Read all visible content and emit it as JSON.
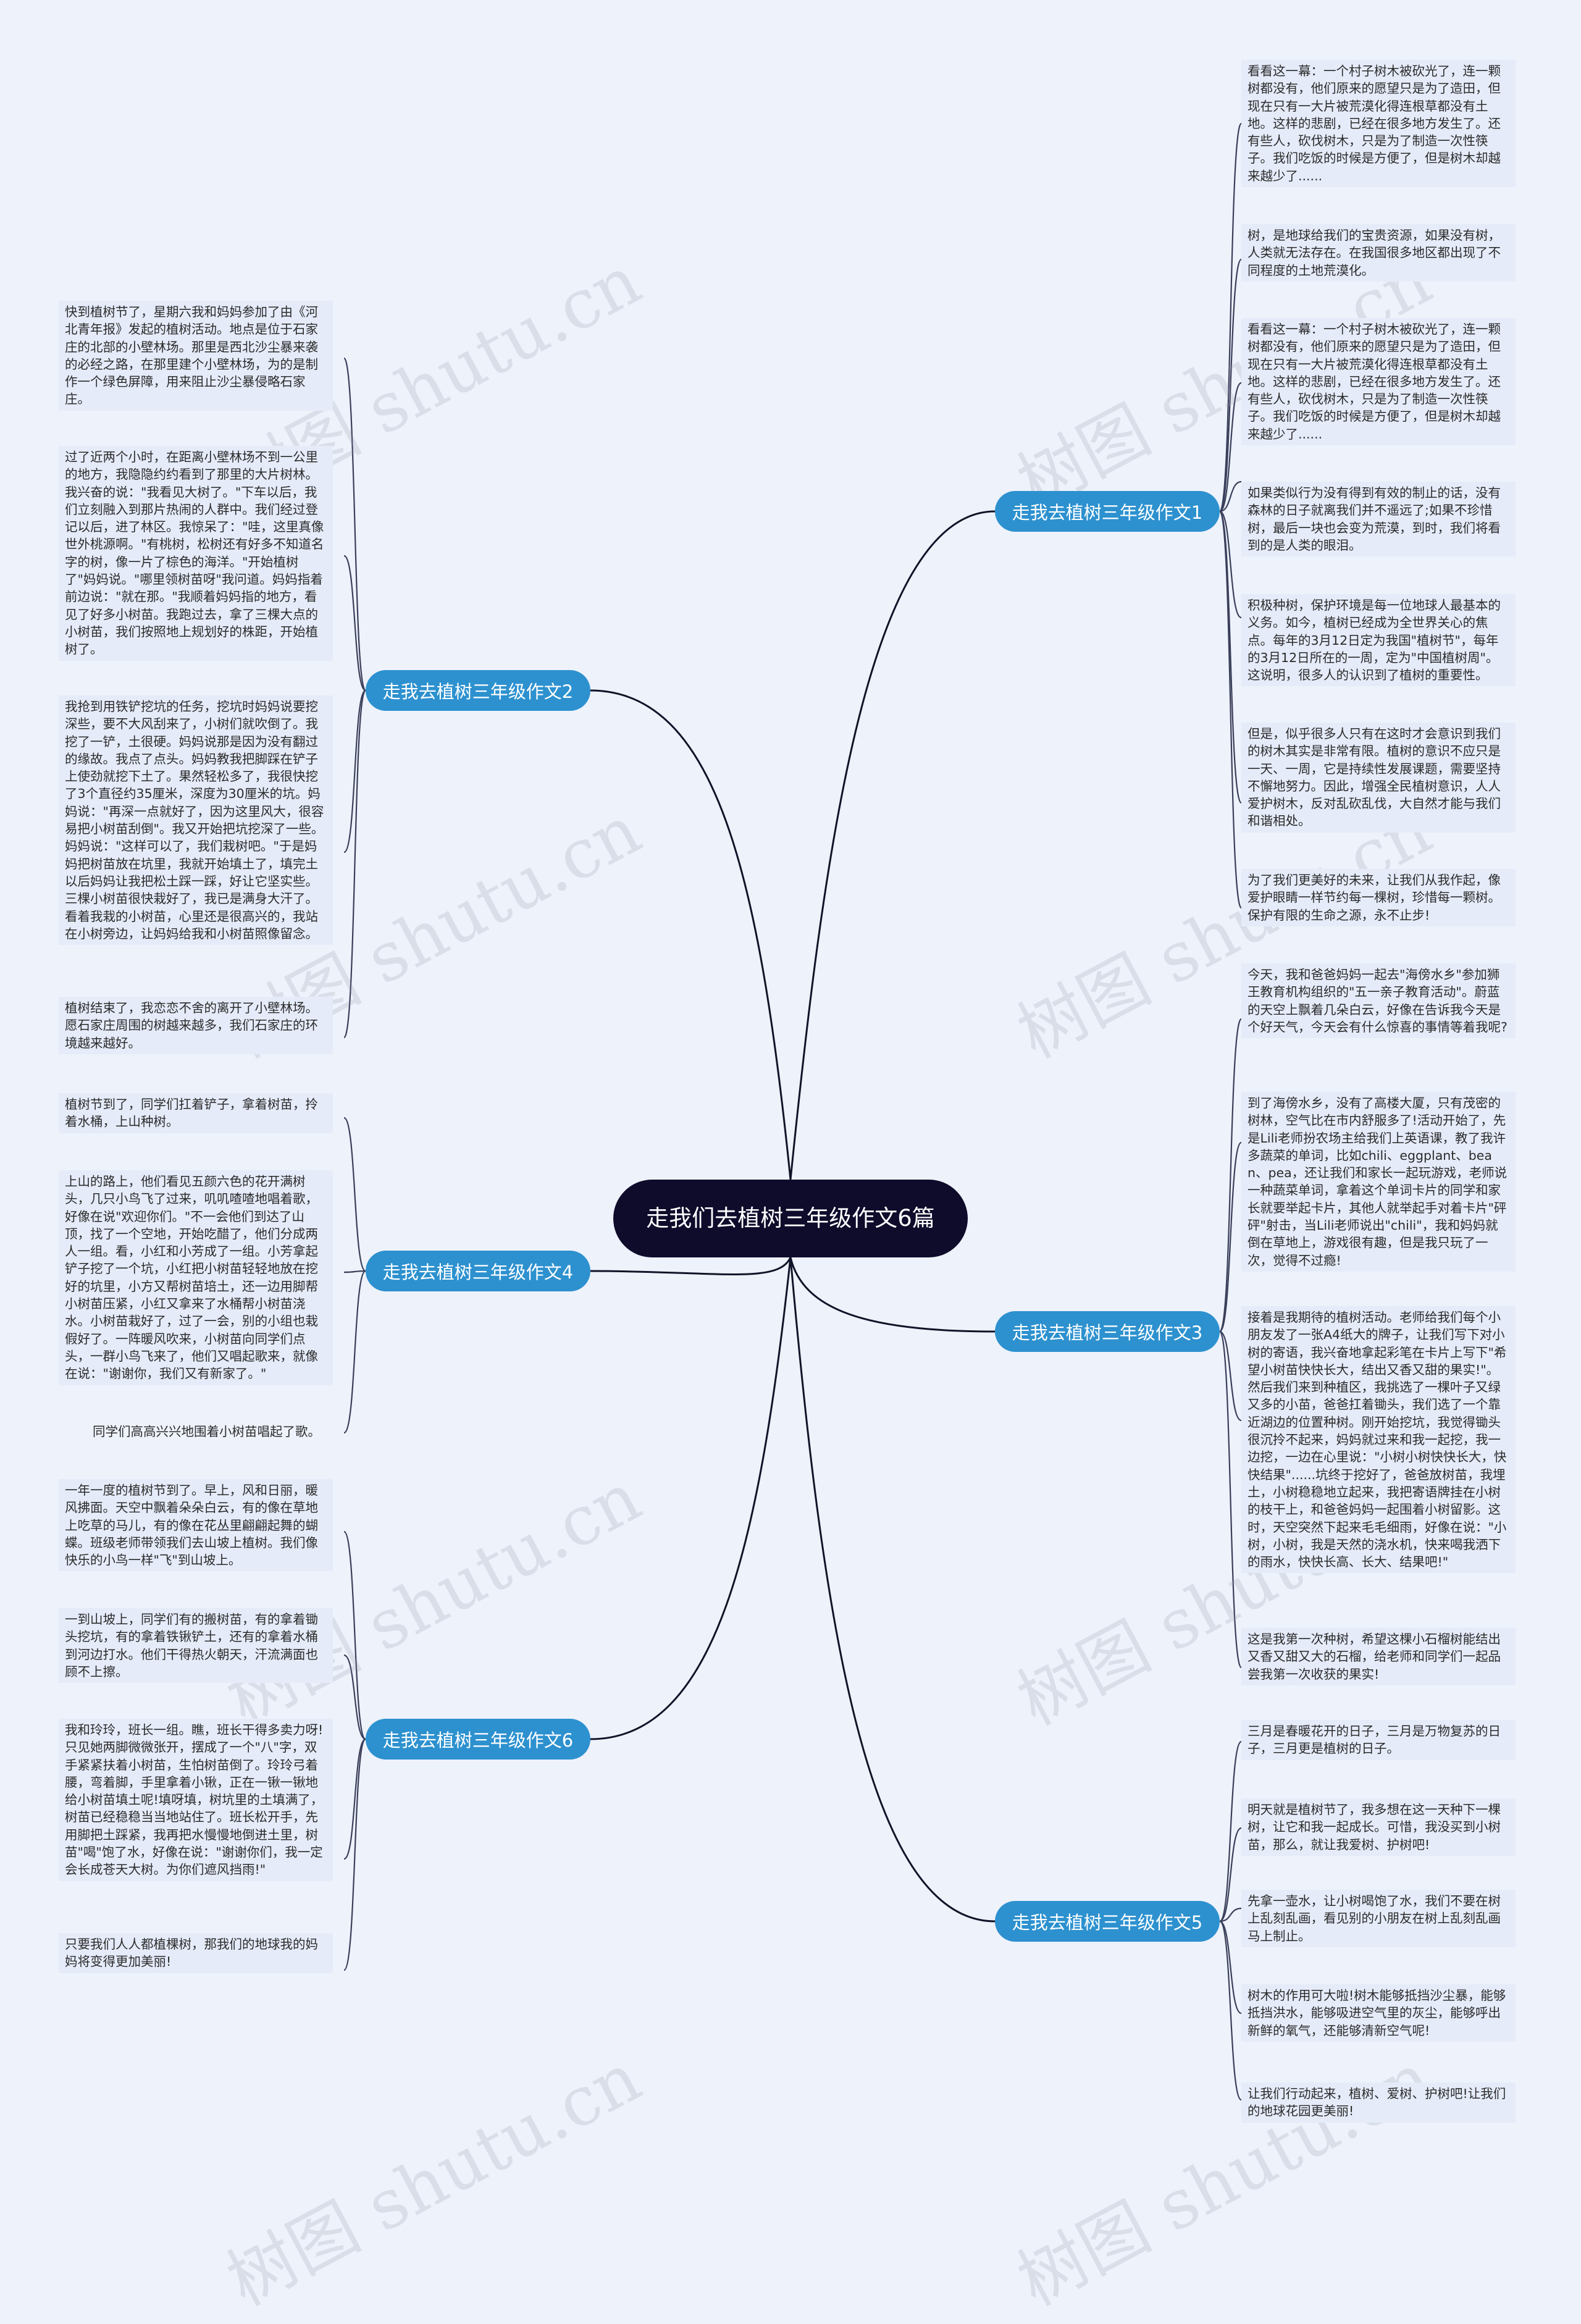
{
  "center": {
    "title": "走我们去植树三年级作文6篇"
  },
  "watermark": "树图 shutu.cn",
  "branches": [
    {
      "label": "走我去植树三年级作文1",
      "leaves": [
        "看看这一幕：一个村子树木被砍光了，连一颗树都没有，他们原来的愿望只是为了造田，但现在只有一大片被荒漠化得连根草都没有土地。这样的悲剧，已经在很多地方发生了。还有些人，砍伐树木，只是为了制造一次性筷子。我们吃饭的时候是方便了，但是树木却越来越少了......",
        "树，是地球给我们的宝贵资源，如果没有树，人类就无法存在。在我国很多地区都出现了不同程度的土地荒漠化。",
        "看看这一幕：一个村子树木被砍光了，连一颗树都没有，他们原来的愿望只是为了造田，但现在只有一大片被荒漠化得连根草都没有土地。这样的悲剧，已经在很多地方发生了。还有些人，砍伐树木，只是为了制造一次性筷子。我们吃饭的时候是方便了，但是树木却越来越少了......",
        "如果类似行为没有得到有效的制止的话，没有森林的日子就离我们并不遥远了;如果不珍惜树，最后一块也会变为荒漠，到时，我们将看到的是人类的眼泪。",
        "积极种树，保护环境是每一位地球人最基本的义务。如今，植树已经成为全世界关心的焦点。每年的3月12日定为我国\"植树节\"，每年的3月12日所在的一周，定为\"中国植树周\"。这说明，很多人的认识到了植树的重要性。",
        "但是，似乎很多人只有在这时才会意识到我们的树木其实是非常有限。植树的意识不应只是一天、一周，它是持续性发展课题，需要坚持不懈地努力。因此，增强全民植树意识，人人爱护树木，反对乱砍乱伐，大自然才能与我们和谐相处。",
        "为了我们更美好的未来，让我们从我作起，像爱护眼睛一样节约每一棵树，珍惜每一颗树。保护有限的生命之源，永不止步!"
      ]
    },
    {
      "label": "走我去植树三年级作文2",
      "leaves": [
        "快到植树节了，星期六我和妈妈参加了由《河北青年报》发起的植树活动。地点是位于石家庄的北部的小壁林场。那里是西北沙尘暴来袭的必经之路，在那里建个小壁林场，为的是制作一个绿色屏障，用来阻止沙尘暴侵略石家庄。",
        "过了近两个小时，在距离小壁林场不到一公里的地方，我隐隐约约看到了那里的大片树林。我兴奋的说：\"我看见大树了。\"下车以后，我们立刻融入到那片热闹的人群中。我们经过登记以后，进了林区。我惊呆了：\"哇，这里真像世外桃源啊。\"有桃树，松树还有好多不知道名字的树，像一片了棕色的海洋。\"开始植树了\"妈妈说。\"哪里领树苗呀\"我问道。妈妈指着前边说：\"就在那。\"我顺着妈妈指的地方，看见了好多小树苗。我跑过去，拿了三棵大点的小树苗，我们按照地上规划好的株距，开始植树了。",
        "我抢到用铁铲挖坑的任务，挖坑时妈妈说要挖深些，要不大风刮来了，小树们就吹倒了。我挖了一铲，土很硬。妈妈说那是因为没有翻过的缘故。我点了点头。妈妈教我把脚踩在铲子上使劲就挖下土了。果然轻松多了，我很快挖了3个直径约35厘米，深度为30厘米的坑。妈妈说：\"再深一点就好了，因为这里风大，很容易把小树苗刮倒\"。我又开始把坑挖深了一些。妈妈说：\"这样可以了，我们栽树吧。\"于是妈妈把树苗放在坑里，我就开始填土了，填完土以后妈妈让我把松土踩一踩，好让它坚实些。三棵小树苗很快栽好了，我已是满身大汗了。看着我栽的小树苗，心里还是很高兴的，我站在小树旁边，让妈妈给我和小树苗照像留念。",
        "植树结束了，我恋恋不舍的离开了小壁林场。愿石家庄周围的树越来越多，我们石家庄的环境越来越好。"
      ]
    },
    {
      "label": "走我去植树三年级作文3",
      "leaves": [
        "今天，我和爸爸妈妈一起去\"海傍水乡\"参加狮王教育机构组织的\"五一亲子教育活动\"。蔚蓝的天空上飘着几朵白云，好像在告诉我今天是个好天气，今天会有什么惊喜的事情等着我呢?",
        "到了海傍水乡，没有了高楼大厦，只有茂密的树林，空气比在市内舒服多了!活动开始了，先是Lili老师扮农场主给我们上英语课，教了我许多蔬菜的单词，比如chili、eggplant、bean、pea，还让我们和家长一起玩游戏，老师说一种蔬菜单词，拿着这个单词卡片的同学和家长就要举起卡片，其他人就举起手对着卡片\"砰砰\"射击，当Lili老师说出\"chili\"，我和妈妈就倒在草地上，游戏很有趣，但是我只玩了一次，觉得不过瘾!",
        "接着是我期待的植树活动。老师给我们每个小朋友发了一张A4纸大的牌子，让我们写下对小树的寄语，我兴奋地拿起彩笔在卡片上写下\"希望小树苗快快长大，结出又香又甜的果实!\"。然后我们来到种植区，我挑选了一棵叶子又绿又多的小苗，爸爸扛着锄头，我们选了一个靠近湖边的位置种树。刚开始挖坑，我觉得锄头很沉拎不起来，妈妈就过来和我一起挖，我一边挖，一边在心里说：\"小树小树快快长大，快快结果\"......坑终于挖好了，爸爸放树苗，我埋土，小树稳稳地立起来，我把寄语牌挂在小树的枝干上，和爸爸妈妈一起围着小树留影。这时，天空突然下起来毛毛细雨，好像在说：\"小树，小树，我是天然的浇水机，快来喝我洒下的雨水，快快长高、长大、结果吧!\"",
        "这是我第一次种树，希望这棵小石榴树能结出又香又甜又大的石榴，给老师和同学们一起品尝我第一次收获的果实!"
      ]
    },
    {
      "label": "走我去植树三年级作文4",
      "leaves": [
        "植树节到了，同学们扛着铲子，拿着树苗，拎着水桶，上山种树。",
        "上山的路上，他们看见五颜六色的花开满树头，几只小鸟飞了过来，叽叽喳喳地唱着歌，好像在说\"欢迎你们。\"不一会他们到达了山顶，找了一个空地，开始吃醋了，他们分成两人一组。看，小红和小芳成了一组。小芳拿起铲子挖了一个坑，小红把小树苗轻轻地放在挖好的坑里，小方又帮树苗培土，还一边用脚帮小树苗压紧，小红又拿来了水桶帮小树苗浇水。小树苗栽好了，过了一会，别的小组也栽假好了。一阵暖风吹来，小树苗向同学们点头，一群小鸟飞来了，他们又唱起歌来，就像在说：\"谢谢你，我们又有新家了。\"",
        "同学们高高兴兴地围着小树苗唱起了歌。"
      ]
    },
    {
      "label": "走我去植树三年级作文5",
      "leaves": [
        "三月是春暖花开的日子，三月是万物复苏的日子，三月更是植树的日子。",
        "明天就是植树节了，我多想在这一天种下一棵树，让它和我一起成长。可惜，我没买到小树苗，那么，就让我爱树、护树吧!",
        "先拿一壶水，让小树喝饱了水，我们不要在树上乱刻乱画，看见别的小朋友在树上乱刻乱画马上制止。",
        "树木的作用可大啦!树木能够抵挡沙尘暴，能够抵挡洪水，能够吸进空气里的灰尘，能够呼出新鲜的氧气，还能够清新空气呢!",
        "让我们行动起来，植树、爱树、护树吧!让我们的地球花园更美丽!"
      ]
    },
    {
      "label": "走我去植树三年级作文6",
      "leaves": [
        "一年一度的植树节到了。早上，风和日丽，暖风拂面。天空中飘着朵朵白云，有的像在草地上吃草的马儿，有的像在花丛里翩翩起舞的蝴蝶。班级老师带领我们去山坡上植树。我们像快乐的小鸟一样\"飞\"到山坡上。",
        "一到山坡上，同学们有的搬树苗，有的拿着锄头挖坑，有的拿着铁锹铲土，还有的拿着水桶到河边打水。他们干得热火朝天，汗流满面也顾不上擦。",
        "我和玲玲，班长一组。瞧，班长干得多卖力呀!只见她两脚微微张开，摆成了一个\"八\"字，双手紧紧扶着小树苗，生怕树苗倒了。玲玲弓着腰，弯着脚，手里拿着小锹，正在一锹一锹地给小树苗填土呢!填呀填，树坑里的土填满了，树苗已经稳稳当当地站住了。班长松开手，先用脚把土踩紧，我再把水慢慢地倒进土里，树苗\"喝\"饱了水，好像在说：\"谢谢你们，我一定会长成苍天大树。为你们遮风挡雨!\"",
        "只要我们人人都植棵树，那我们的地球我的妈妈将变得更加美丽!"
      ]
    }
  ]
}
